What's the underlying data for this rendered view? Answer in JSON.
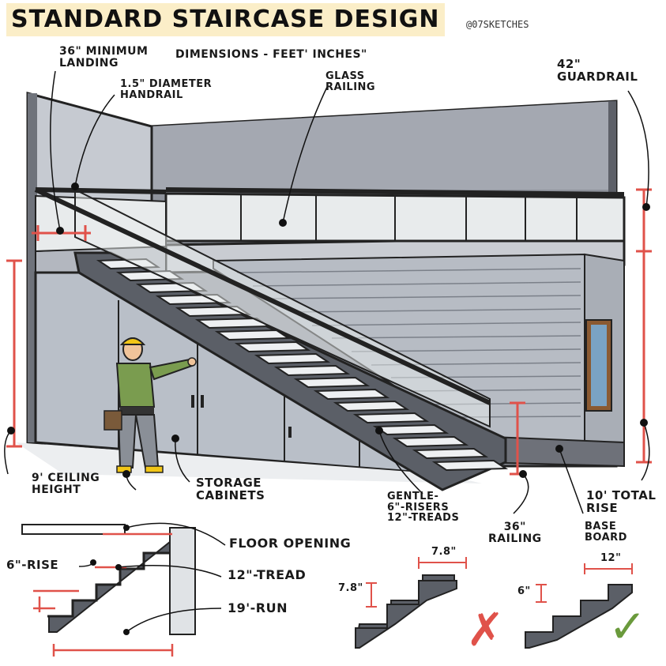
{
  "title": "STANDARD STAIRCASE DESIGN",
  "handle": "@07SKETCHES",
  "subtitle": "DIMENSIONS - FEET' INCHES\"",
  "watermark": "@07SKETCHES",
  "labels": {
    "landing": "36\" MINIMUM\nLANDING",
    "handrail": "1.5\" DIAMETER\nHANDRAIL",
    "glass": "GLASS\nRAILING",
    "guardrail": "42\"\nGUARDRAIL",
    "ceiling": "9' CEILING\nHEIGHT",
    "storage": "STORAGE\nCABINETS",
    "gentle": "GENTLE-\n6\"-RISERS\n12\"-TREADS",
    "railing36": "36\"\nRAILING",
    "totalrise": "10' TOTAL\nRISE",
    "baseboard": "BASE\nBOARD",
    "floor_opening": "FLOOR OPENING",
    "tread": "12\"-TREAD",
    "rise": "6\"-RISE",
    "run": "19'-RUN",
    "bad_tread": "7.8\"",
    "bad_riser": "7.8\"",
    "good_tread": "12\"",
    "good_riser": "6\""
  },
  "marks": {
    "wrong": "✗",
    "right": "✓"
  },
  "colors": {
    "accent": "#e0524a",
    "wall": "#8f939c",
    "ceiling": "#9a9ea8",
    "cabinet": "#b9bfc8",
    "glass": "#e8ebec",
    "highlight": "#fbeec8",
    "check": "#6a9a3c",
    "cross": "#e0524a"
  }
}
